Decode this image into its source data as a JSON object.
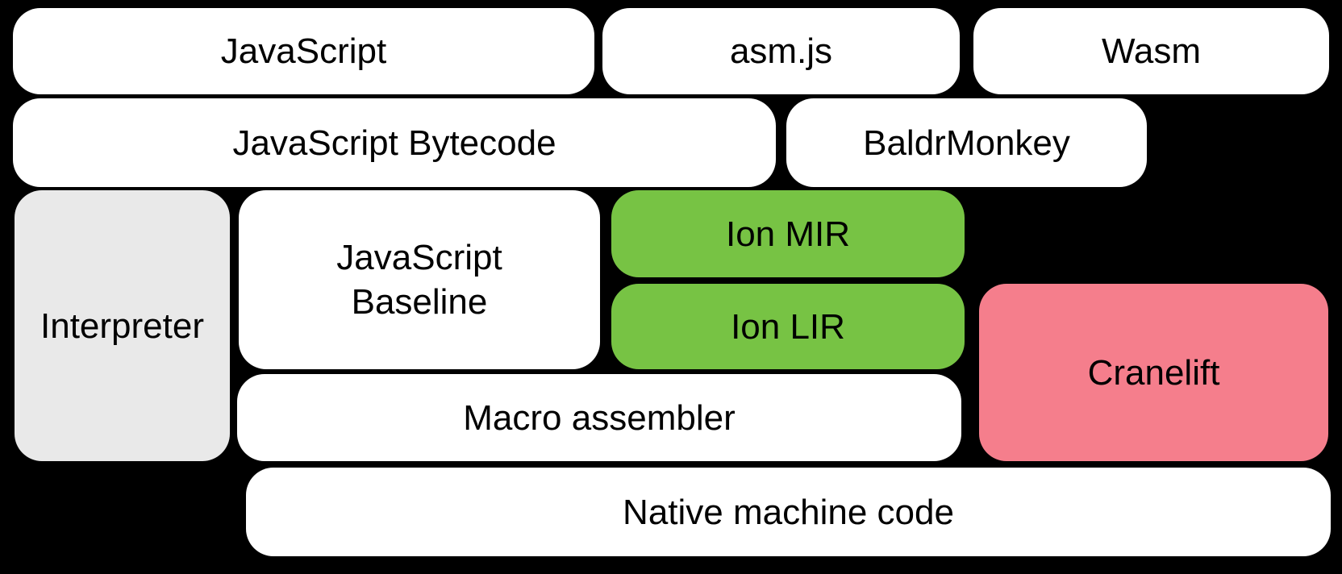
{
  "diagram": {
    "background_color": "#000000",
    "text_color": "#000000",
    "colors": {
      "white_box": "#ffffff",
      "gray_box": "#e9e9e9",
      "green_box": "#77c344",
      "pink_box": "#f57e8c"
    },
    "boxes": [
      {
        "id": "javascript",
        "label": "JavaScript",
        "color": "#ffffff"
      },
      {
        "id": "asmjs",
        "label": "asm.js",
        "color": "#ffffff"
      },
      {
        "id": "wasm",
        "label": "Wasm",
        "color": "#ffffff"
      },
      {
        "id": "javascript-bytecode",
        "label": "JavaScript Bytecode",
        "color": "#ffffff"
      },
      {
        "id": "baldrmonkey",
        "label": "BaldrMonkey",
        "color": "#ffffff"
      },
      {
        "id": "interpreter",
        "label": "Interpreter",
        "color": "#e9e9e9"
      },
      {
        "id": "javascript-baseline",
        "label": "JavaScript\nBaseline",
        "color": "#ffffff"
      },
      {
        "id": "ion-mir",
        "label": "Ion MIR",
        "color": "#77c344"
      },
      {
        "id": "ion-lir",
        "label": "Ion LIR",
        "color": "#77c344"
      },
      {
        "id": "cranelift",
        "label": "Cranelift",
        "color": "#f57e8c"
      },
      {
        "id": "macro-assembler",
        "label": "Macro assembler",
        "color": "#ffffff"
      },
      {
        "id": "native-machine-code",
        "label": "Native machine code",
        "color": "#ffffff"
      }
    ]
  }
}
